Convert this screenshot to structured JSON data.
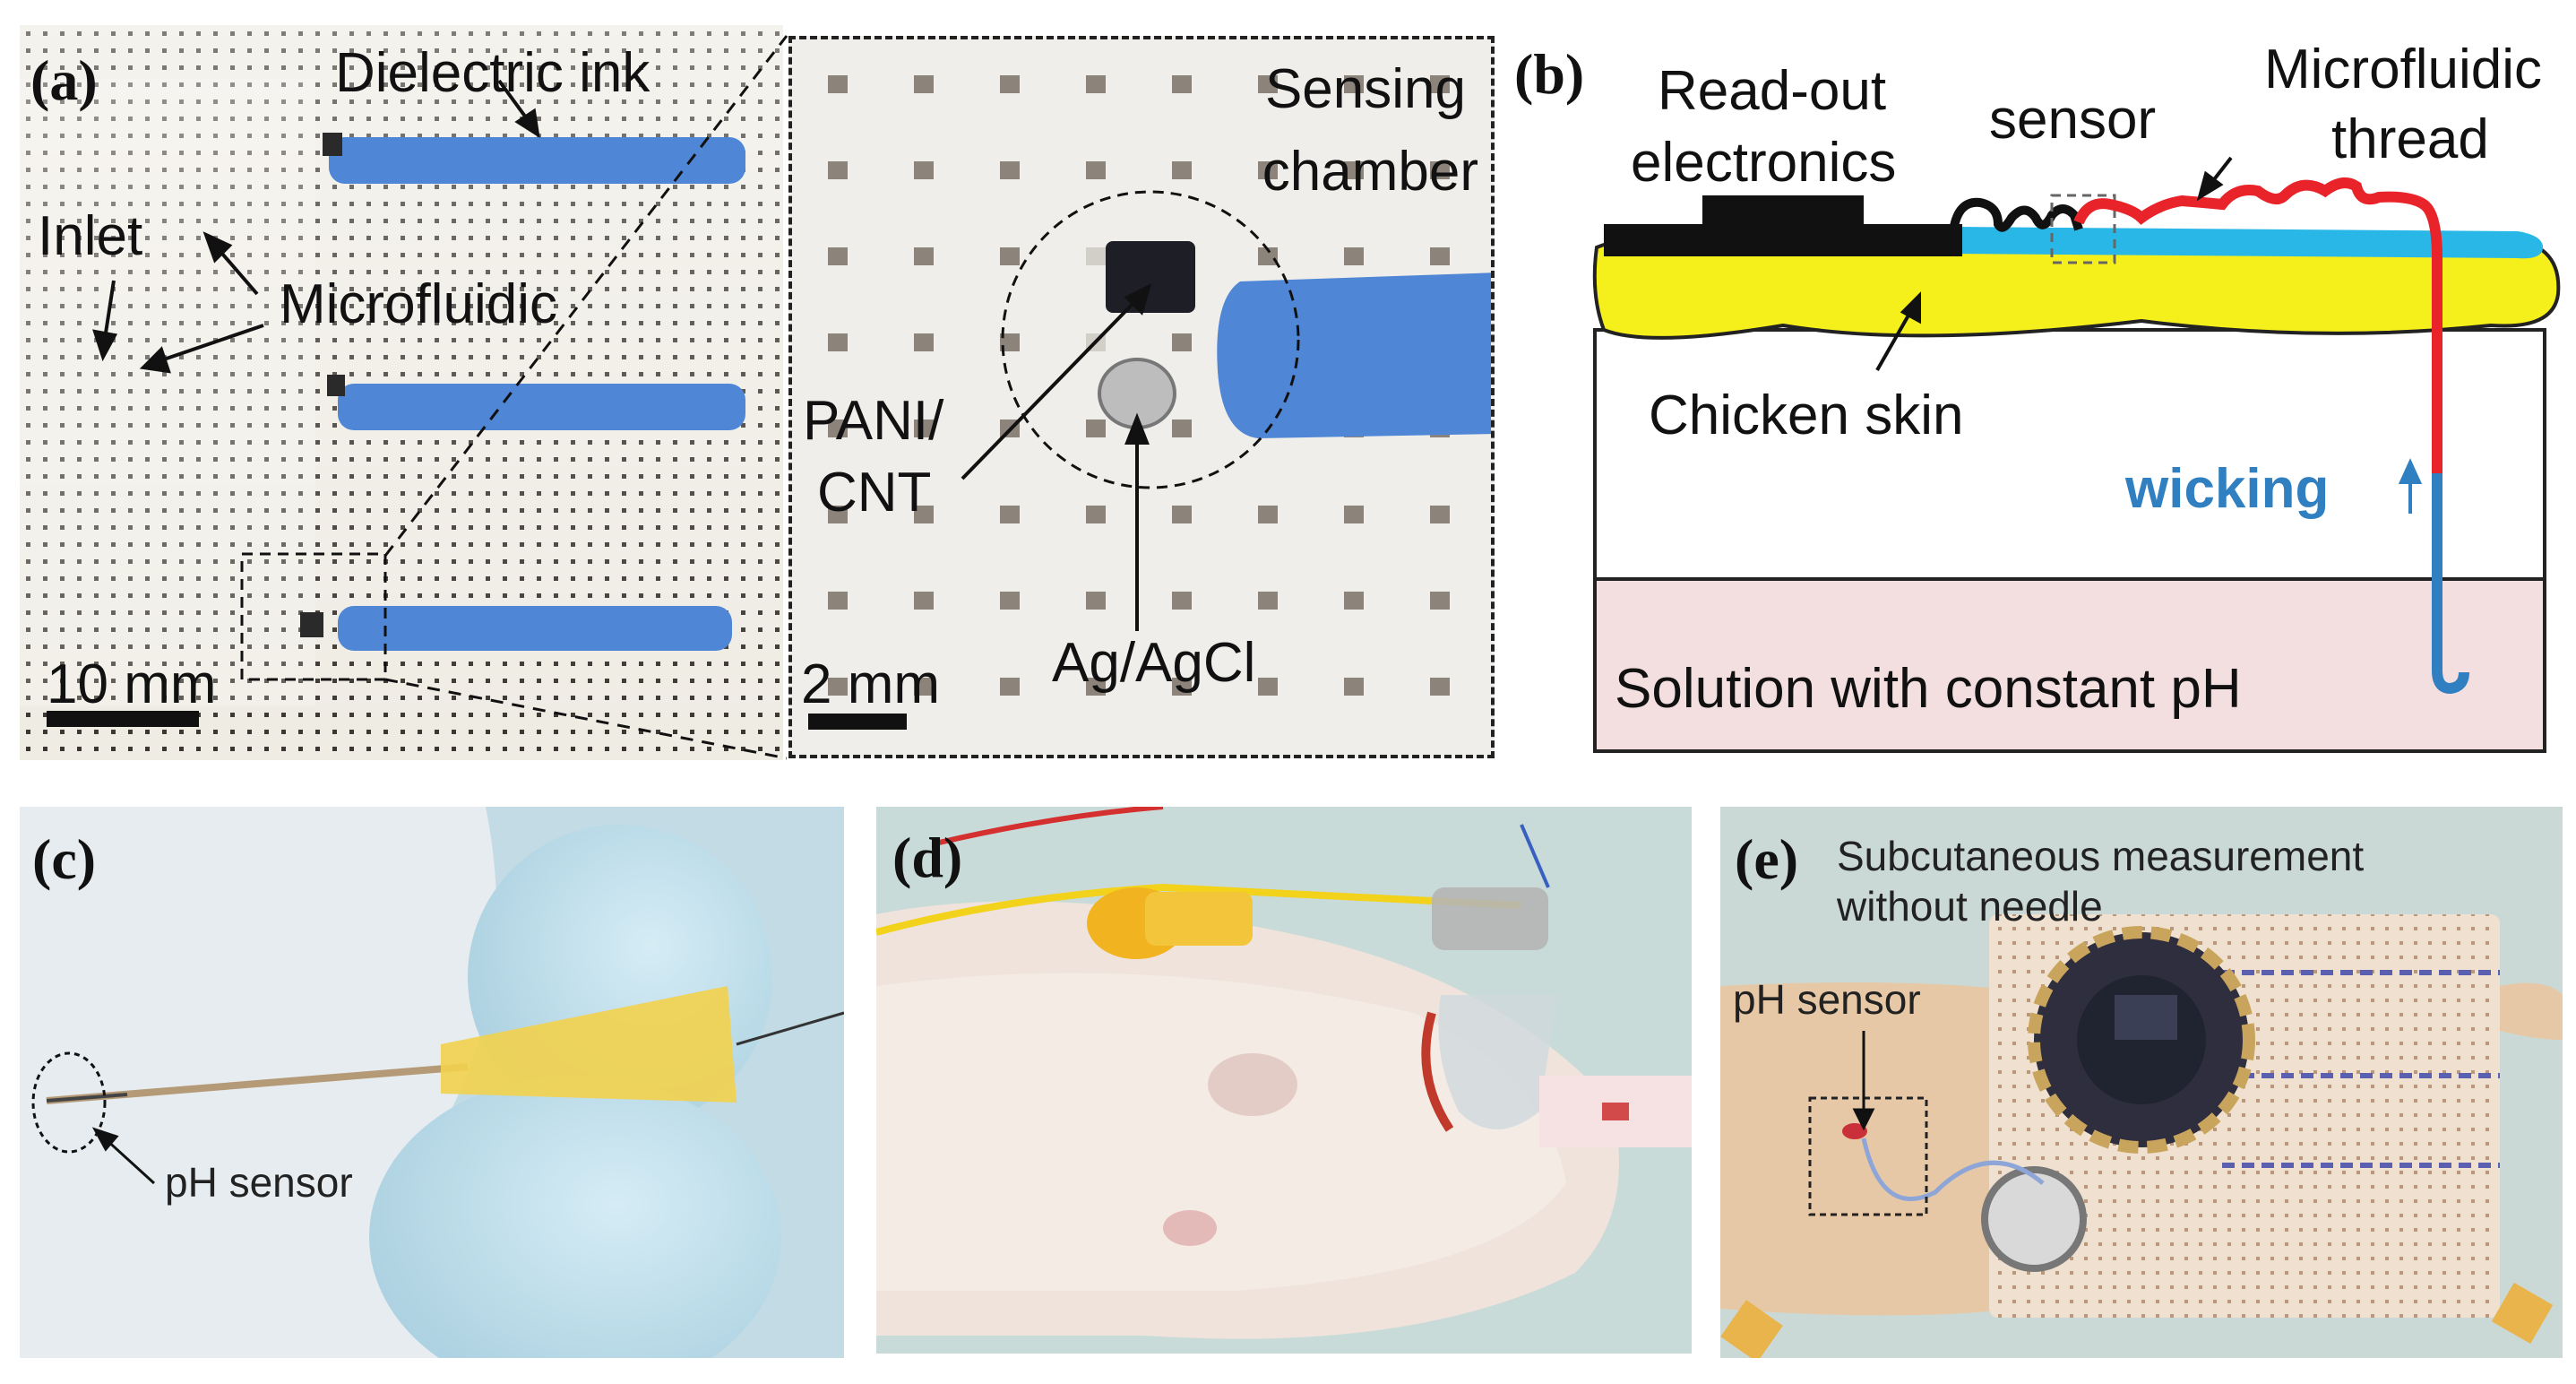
{
  "panels": {
    "a": {
      "label": "(a)",
      "dielectric_ink": "Dielectric ink",
      "inlet": "Inlet",
      "microfluidic": "Microfluidic",
      "scale_bar": "10 mm",
      "zoom": {
        "sensing_line1": "Sensing",
        "sensing_line2": "chamber",
        "pani_line1": "PANI/",
        "pani_line2": "CNT",
        "agagcl": "Ag/AgCl",
        "scale_bar": "2 mm"
      }
    },
    "b": {
      "label": "(b)",
      "readout_line1": "Read-out",
      "readout_line2": "electronics",
      "sensor": "sensor",
      "microfluidic_line1": "Microfluidic",
      "microfluidic_line2": "thread",
      "chicken_skin": "Chicken skin",
      "wicking": "wicking",
      "solution": "Solution with constant pH"
    },
    "c": {
      "label": "(c)",
      "ph_sensor": "pH sensor"
    },
    "d": {
      "label": "(d)"
    },
    "e": {
      "label": "(e)",
      "subcutaneous_line1": "Subcutaneous  measurement",
      "subcutaneous_line2": "without needle",
      "ph_sensor": "pH sensor"
    }
  },
  "colors": {
    "dielectric_ink": "#4f86d6",
    "thread_red": "#e8242a",
    "thread_blue": "#2f7fc1",
    "skin_yellow": "#f5ef1c",
    "solution_pink": "#f3dfe0",
    "light_blue": "#29b7e8"
  }
}
